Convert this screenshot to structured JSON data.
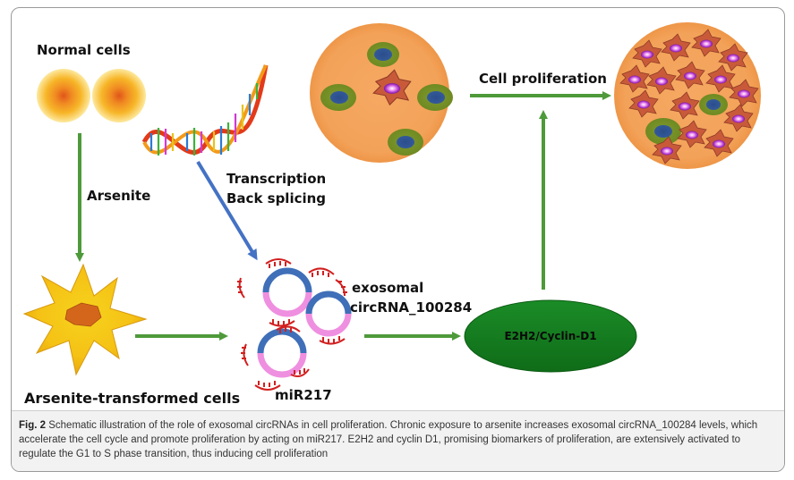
{
  "labels": {
    "normal_cells": "Normal cells",
    "arsenite": "Arsenite",
    "transcription": "Transcription",
    "back_splicing": "Back splicing",
    "cell_proliferation": "Cell proliferation",
    "exosomal": "exosomal",
    "circrna": "circRNA_100284",
    "mir217": "miR217",
    "e2h2": "E2H2/Cyclin-D1",
    "arsenite_transformed": "Arsenite-transformed cells"
  },
  "caption": {
    "fig_label": "Fig. 2",
    "text": " Schematic illustration of the role of exosomal circRNAs in cell proliferation. Chronic exposure to arsenite increases exosomal circRNA_100284 levels, which accelerate the cell cycle and promote proliferation by acting on miR217. E2H2 and cyclin D1, promising biomarkers of proliferation, are extensively activated to regulate the G1 to S phase transition, thus inducing cell proliferation"
  },
  "colors": {
    "arrow_green": "#4e9a3a",
    "arrow_blue": "#4472c4",
    "orange_cell": "#f4a65a",
    "ellipse_green": "#13781e",
    "circ_blue": "#3f6fb8",
    "circ_pink": "#ef8fe0",
    "mir_red": "#d21f1f"
  }
}
